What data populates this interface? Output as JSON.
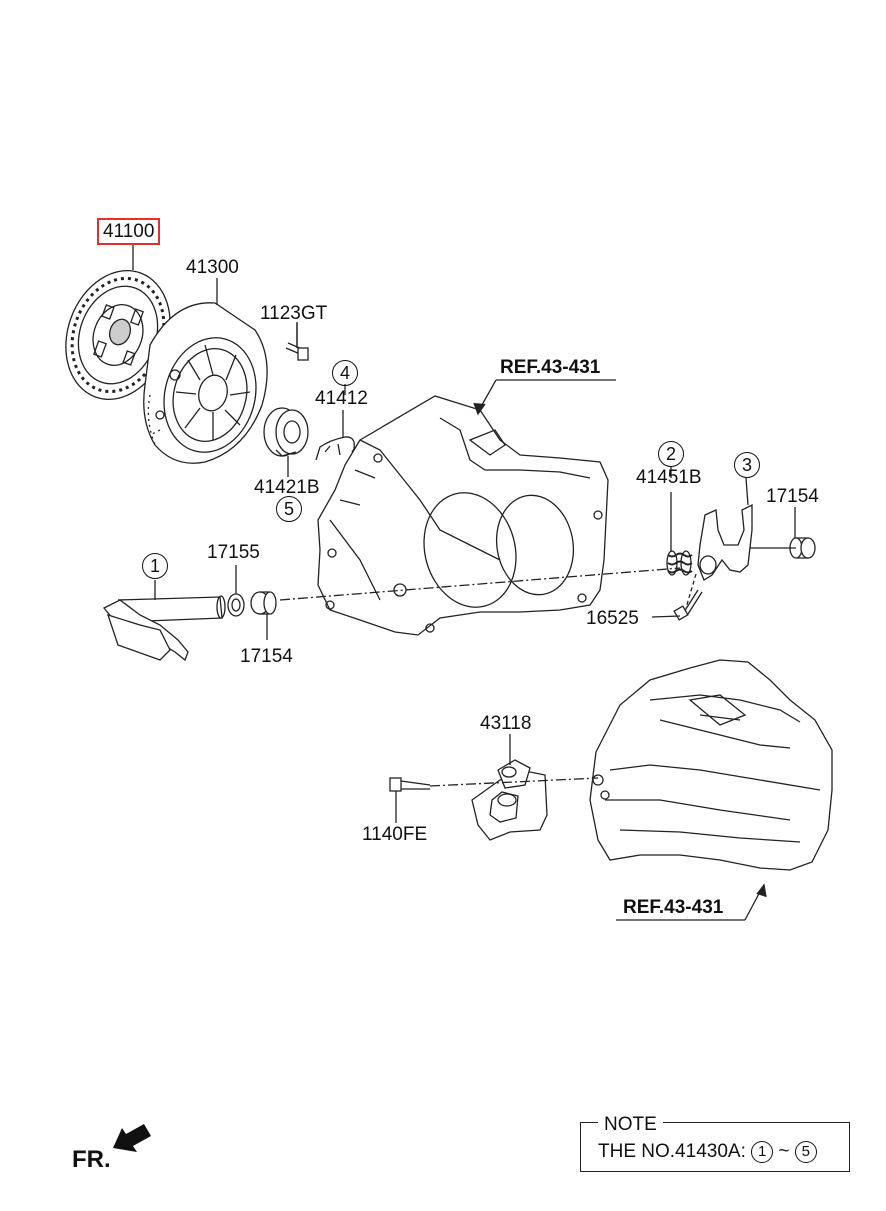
{
  "parts": {
    "p41100": "41100",
    "p41300": "41300",
    "p1123GT": "1123GT",
    "p41412": "41412",
    "p41421B": "41421B",
    "p41451B": "41451B",
    "p17154_top": "17154",
    "p17155": "17155",
    "p17154_bottom": "17154",
    "p16525": "16525",
    "p43118": "43118",
    "p1140FE": "1140FE"
  },
  "refs": {
    "ref_top": "REF.43-431",
    "ref_bottom": "REF.43-431"
  },
  "callouts": {
    "c1": "1",
    "c2": "2",
    "c3": "3",
    "c4": "4",
    "c5": "5"
  },
  "note": {
    "title": "NOTE",
    "text_prefix": "THE NO.41430A:",
    "range_start": "1",
    "tilde": "~",
    "range_end": "5"
  },
  "direction": {
    "label": "FR."
  },
  "colors": {
    "highlight_border": "#e03030",
    "line": "#222222"
  },
  "icons": {
    "front_arrow": "arrow-down-left-icon"
  }
}
